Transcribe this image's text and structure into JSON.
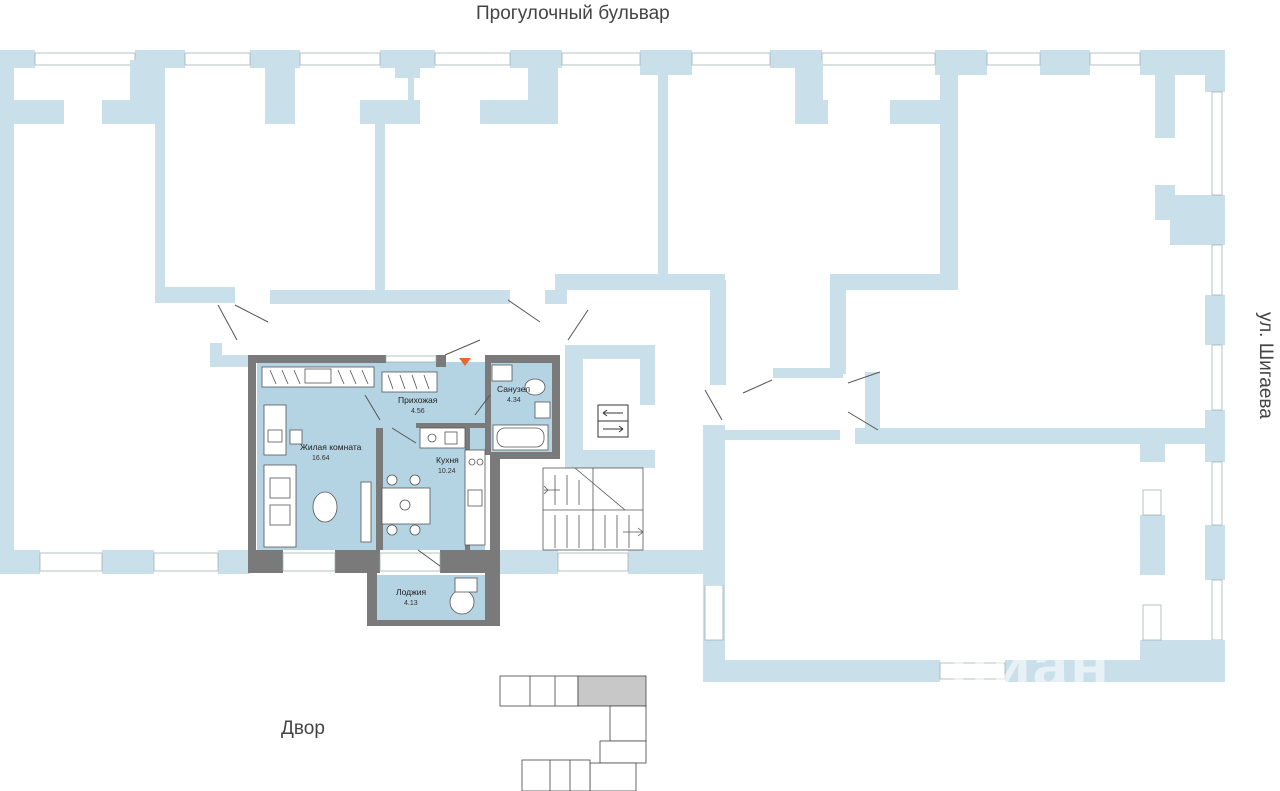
{
  "streets": {
    "top": "Прогулочный бульвар",
    "right": "ул. Шигаева",
    "bottom": "Двор"
  },
  "rooms": [
    {
      "id": "living",
      "label": "Жилая комната",
      "area": "16.64"
    },
    {
      "id": "hall",
      "label": "Прихожая",
      "area": "4.56"
    },
    {
      "id": "bath",
      "label": "Санузел",
      "area": "4.34"
    },
    {
      "id": "kitchen",
      "label": "Кухня",
      "area": "10.24"
    },
    {
      "id": "loggia",
      "label": "Лоджия",
      "area": "4.13"
    }
  ],
  "watermark": "циан",
  "colors": {
    "wall_light": "#c9dfea",
    "wall_dark": "#7a7a7a",
    "floor": "#b4d3e3",
    "entrance_marker": "#e8692a",
    "minimap_highlight": "#c8c8c8"
  },
  "icons": {
    "elevator": "elevator-icon",
    "entrance": "entrance-marker-icon"
  }
}
